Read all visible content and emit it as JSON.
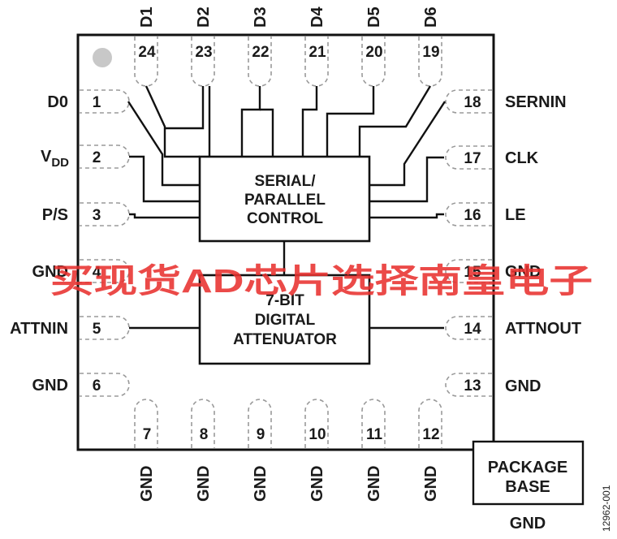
{
  "package": {
    "pins": [
      {
        "num": "1",
        "name": "D0"
      },
      {
        "num": "2",
        "name": "V",
        "sub": "DD"
      },
      {
        "num": "3",
        "name": "P/S"
      },
      {
        "num": "4",
        "name": "GND"
      },
      {
        "num": "5",
        "name": "ATTNIN"
      },
      {
        "num": "6",
        "name": "GND"
      },
      {
        "num": "7",
        "name": "GND"
      },
      {
        "num": "8",
        "name": "GND"
      },
      {
        "num": "9",
        "name": "GND"
      },
      {
        "num": "10",
        "name": "GND"
      },
      {
        "num": "11",
        "name": "GND"
      },
      {
        "num": "12",
        "name": "GND"
      },
      {
        "num": "13",
        "name": "GND"
      },
      {
        "num": "14",
        "name": "ATTNOUT"
      },
      {
        "num": "15",
        "name": "GND"
      },
      {
        "num": "16",
        "name": "LE"
      },
      {
        "num": "17",
        "name": "CLK"
      },
      {
        "num": "18",
        "name": "SERNIN"
      },
      {
        "num": "19",
        "name": "D6"
      },
      {
        "num": "20",
        "name": "D5"
      },
      {
        "num": "21",
        "name": "D4"
      },
      {
        "num": "22",
        "name": "D3"
      },
      {
        "num": "23",
        "name": "D2"
      },
      {
        "num": "24",
        "name": "D1"
      }
    ]
  },
  "blocks": {
    "control": [
      "SERIAL/",
      "PARALLEL",
      "CONTROL"
    ],
    "attenuator": [
      "7-BIT",
      "DIGITAL",
      "ATTENUATOR"
    ]
  },
  "package_base": {
    "box": [
      "PACKAGE",
      "BASE"
    ],
    "label": "GND"
  },
  "figure_id": "12962-001",
  "watermark": "买现货AD芯片选择南皇电子"
}
